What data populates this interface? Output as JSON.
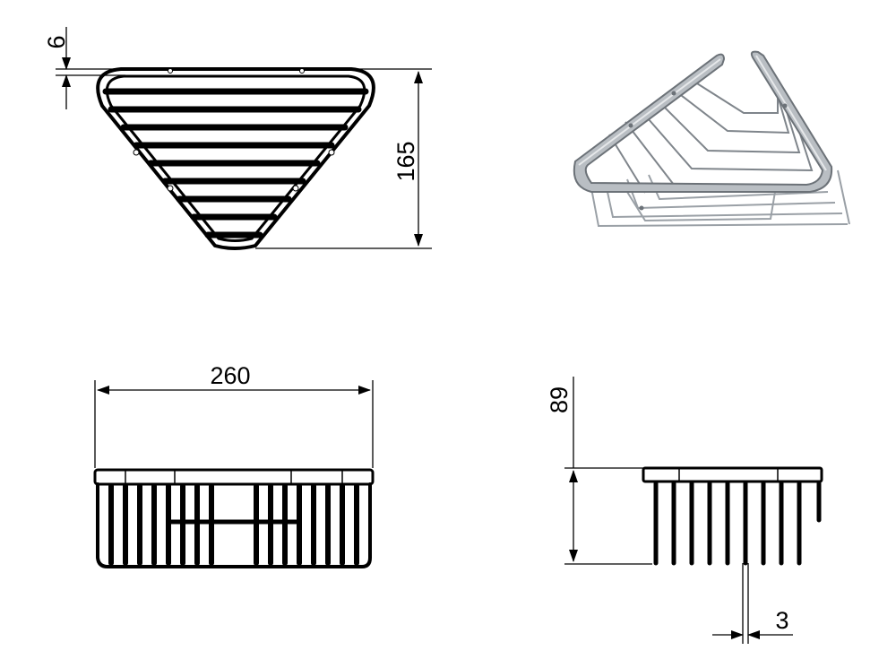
{
  "dimensions": {
    "rim_thickness": "6",
    "depth": "165",
    "width": "260",
    "height": "89",
    "wire_diameter": "3"
  },
  "colors": {
    "line": "#000000",
    "render_frame": "#a8adb3",
    "render_wire": "#9aa0a6",
    "background": "#ffffff"
  }
}
